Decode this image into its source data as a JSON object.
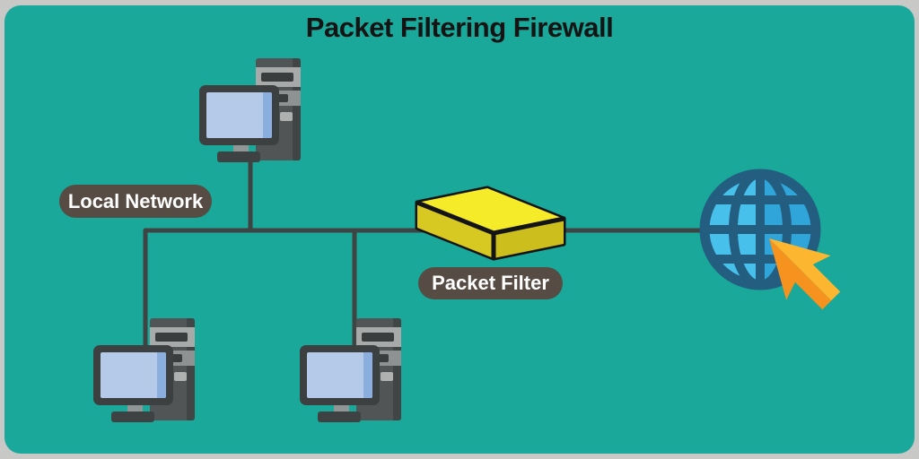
{
  "title": "Packet Filtering Firewall",
  "labels": {
    "local_network": "Local Network",
    "packet_filter": "Packet Filter"
  },
  "diagram": {
    "type": "network-topology",
    "nodes": [
      {
        "id": "workstation-top",
        "kind": "desktop-computer"
      },
      {
        "id": "workstation-bottom-left",
        "kind": "desktop-computer"
      },
      {
        "id": "workstation-bottom-right",
        "kind": "desktop-computer"
      },
      {
        "id": "lan-bus",
        "kind": "network-line",
        "label": "Local Network"
      },
      {
        "id": "packet-filter",
        "kind": "firewall-slab",
        "label": "Packet Filter"
      },
      {
        "id": "internet",
        "kind": "globe-with-cursor"
      }
    ],
    "edges": [
      {
        "from": "workstation-top",
        "to": "lan-bus"
      },
      {
        "from": "workstation-bottom-left",
        "to": "lan-bus"
      },
      {
        "from": "workstation-bottom-right",
        "to": "lan-bus"
      },
      {
        "from": "lan-bus",
        "to": "packet-filter"
      },
      {
        "from": "packet-filter",
        "to": "internet"
      }
    ]
  },
  "icons": {
    "computer": "desktop-computer-icon",
    "firewall": "yellow-slab-icon",
    "internet": "globe-icon",
    "pointer": "cursor-arrow-icon"
  },
  "colors": {
    "outer_frame": "#c8c8c6",
    "canvas_teal": "#19a899",
    "connection_line": "#3e4343",
    "label_pill": "#564c44",
    "label_text": "#ffffff",
    "title_text": "#141414",
    "firewall_top": "#f5eb29",
    "firewall_side_left": "#d7c822",
    "firewall_side_right": "#ccbe1c",
    "firewall_outline": "#141414",
    "globe_grid": "#235e80",
    "globe_left_half": "#47c0eb",
    "globe_right_half": "#2fa5d9",
    "cursor_dark": "#f6921e",
    "cursor_light": "#fdb62f",
    "computer_tower": "#525555",
    "monitor_frame": "#3c4040",
    "monitor_screen": "#b5cae9"
  }
}
